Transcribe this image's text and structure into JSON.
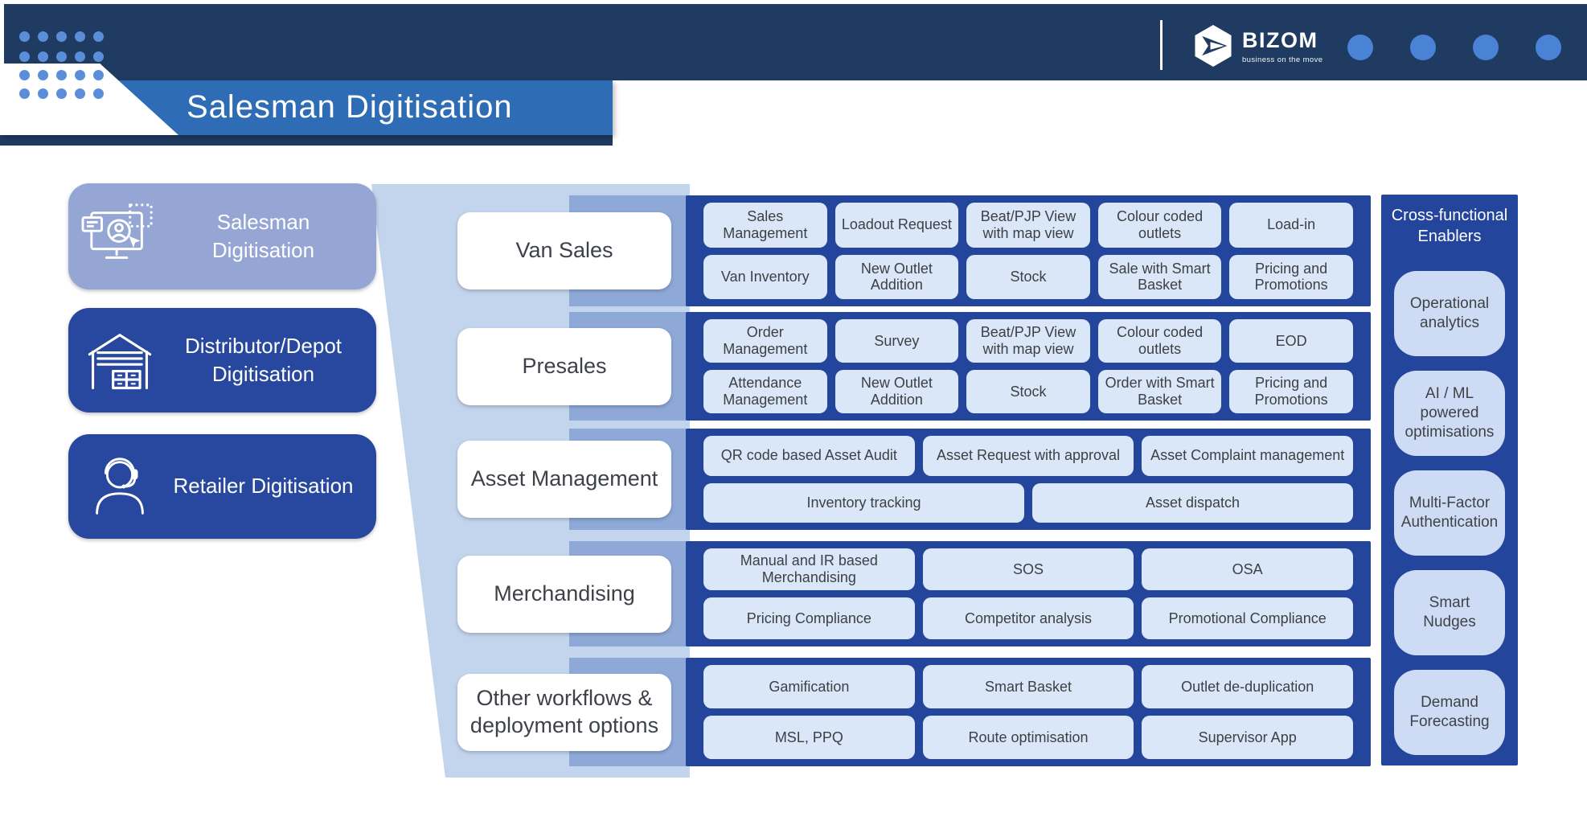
{
  "header": {
    "logo": {
      "name": "BIZOM",
      "tagline": "business on the move",
      "icon": "bizom-hexagon-arrow-icon"
    },
    "decor_circle_count": 4
  },
  "title_banner": {
    "title": "Salesman Digitisation"
  },
  "sidebar": {
    "items": [
      {
        "label": "Salesman Digitisation",
        "icon": "monitor-user-icon",
        "active": true
      },
      {
        "label": "Distributor/Depot Digitisation",
        "icon": "warehouse-icon",
        "active": false
      },
      {
        "label": "Retailer Digitisation",
        "icon": "headset-person-icon",
        "active": false
      }
    ]
  },
  "rows": [
    {
      "label": "Van Sales",
      "chips": [
        [
          "Sales Management",
          "Loadout Request",
          "Beat/PJP View with map view",
          "Colour coded outlets",
          "Load-in"
        ],
        [
          "Van Inventory",
          "New Outlet Addition",
          "Stock",
          "Sale with Smart Basket",
          "Pricing and Promotions"
        ]
      ]
    },
    {
      "label": "Presales",
      "chips": [
        [
          "Order Management",
          "Survey",
          "Beat/PJP View with map view",
          "Colour coded outlets",
          "EOD"
        ],
        [
          "Attendance Management",
          "New Outlet Addition",
          "Stock",
          "Order with Smart Basket",
          "Pricing and Promotions"
        ]
      ]
    },
    {
      "label": "Asset Management",
      "chips": [
        [
          "QR code based Asset Audit",
          "Asset Request with approval",
          "Asset Complaint management"
        ],
        [
          "Inventory tracking",
          "Asset dispatch"
        ]
      ]
    },
    {
      "label": "Merchandising",
      "chips": [
        [
          "Manual and IR based Merchandising",
          "SOS",
          "OSA"
        ],
        [
          "Pricing Compliance",
          "Competitor analysis",
          "Promotional Compliance"
        ]
      ]
    },
    {
      "label": "Other workflows & deployment options",
      "chips": [
        [
          "Gamification",
          "Smart Basket",
          "Outlet de-duplication"
        ],
        [
          "MSL, PPQ",
          "Route optimisation",
          "Supervisor App"
        ]
      ]
    }
  ],
  "enablers": {
    "title": "Cross-functional Enablers",
    "items": [
      "Operational analytics",
      "AI / ML powered optimisations",
      "Multi-Factor Authentication",
      "Smart Nudges",
      "Demand Forecasting"
    ]
  },
  "colors": {
    "navy": "#1f3b61",
    "banner": "#2e6cb6",
    "deep": "#23459c",
    "btn": "#27489e",
    "active": "#95a6d4",
    "band": "#8ea9d8",
    "funnel": "#c3d4ed",
    "chip": "#d9e7f8",
    "enabler": "#cddcf4",
    "dot": "#5b8ed8",
    "circle": "#4a82d6",
    "textdark": "#3d4045"
  }
}
